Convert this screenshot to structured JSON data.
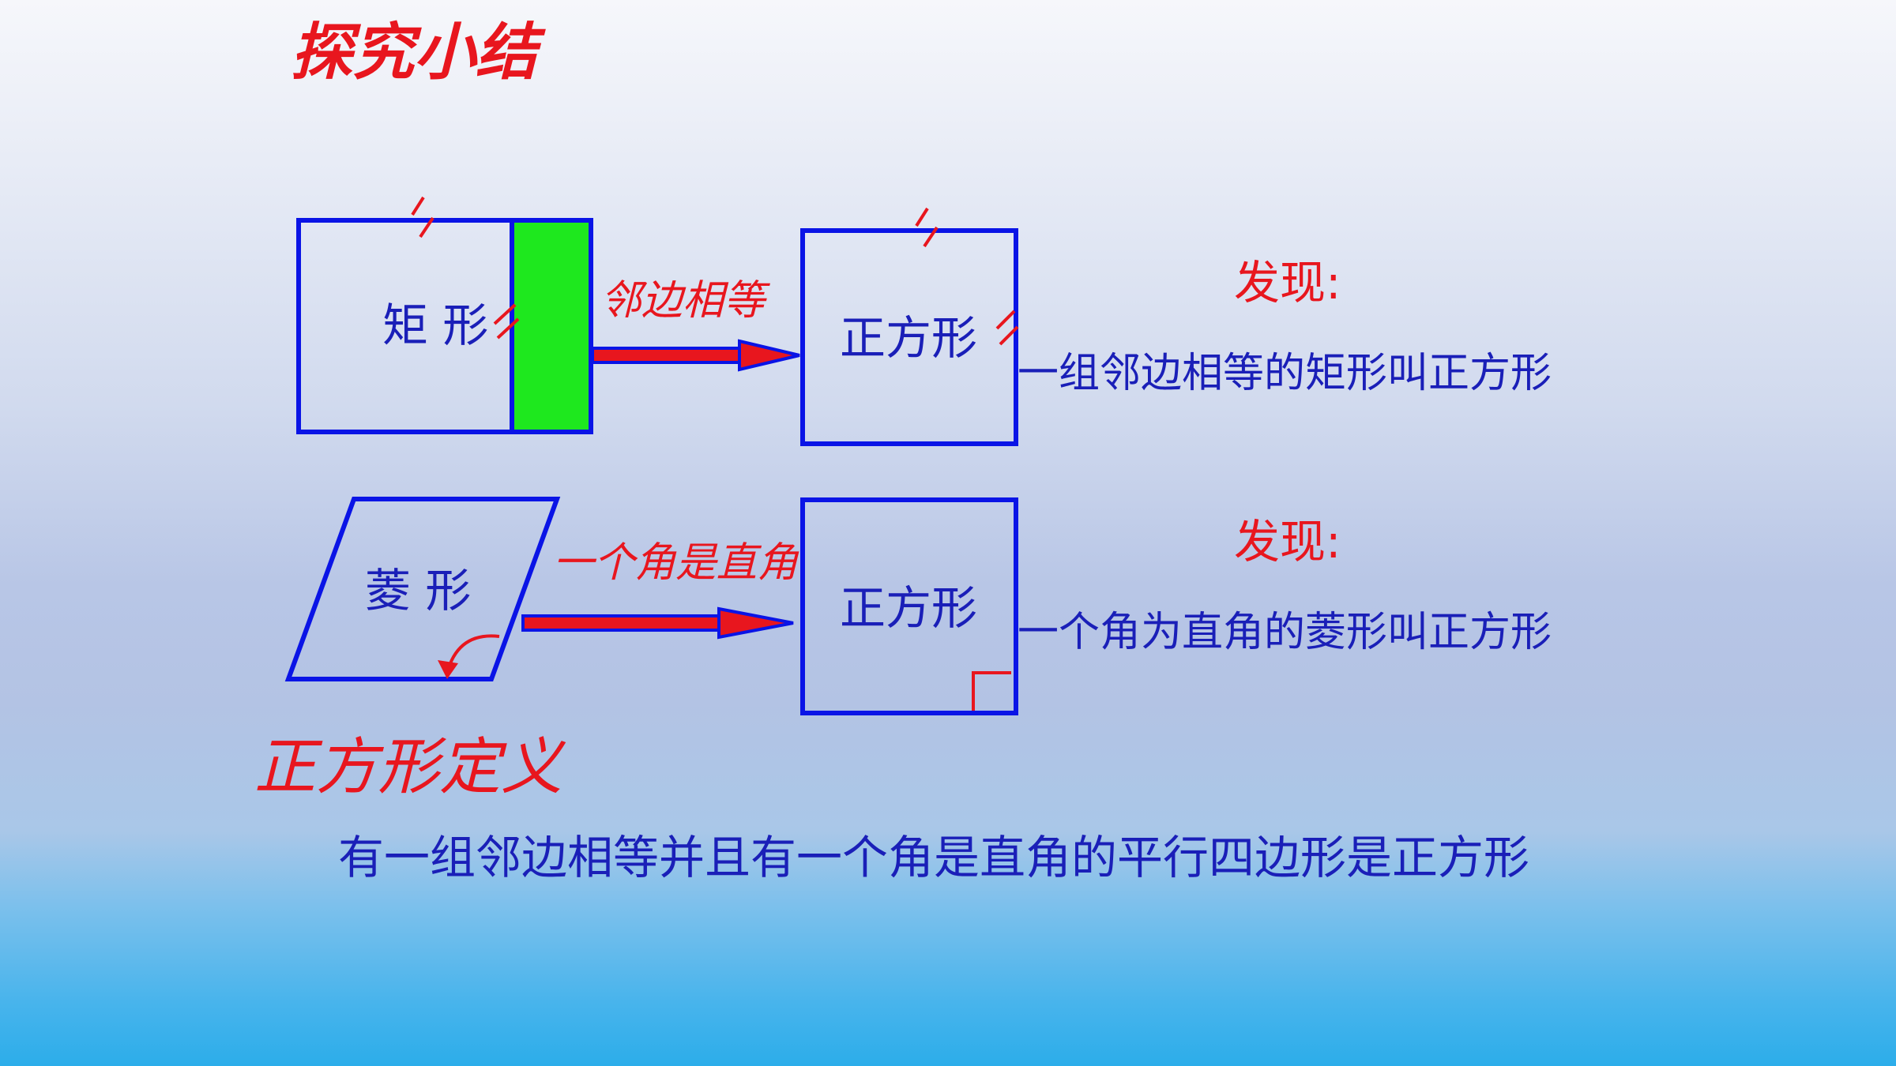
{
  "title": "探究小结",
  "row1": {
    "source_label": "矩 形",
    "arrow_label": "邻边相等",
    "target_label": "正方形",
    "discover_label": "发现:",
    "statement": "一组邻边相等的矩形叫正方形"
  },
  "row2": {
    "source_label": "菱 形",
    "arrow_label": "一个角是直角",
    "target_label": "正方形",
    "discover_label": "发现:",
    "statement": "一个角为直角的菱形叫正方形"
  },
  "definition": {
    "title": "正方形定义",
    "text": "有一组邻边相等并且有一个角是直角的平行四边形是正方形"
  },
  "colors": {
    "outline_blue": "#0a14e6",
    "accent_red": "#e8161e",
    "fill_green": "#1ee81e",
    "text_blue": "#1a1fb8"
  }
}
